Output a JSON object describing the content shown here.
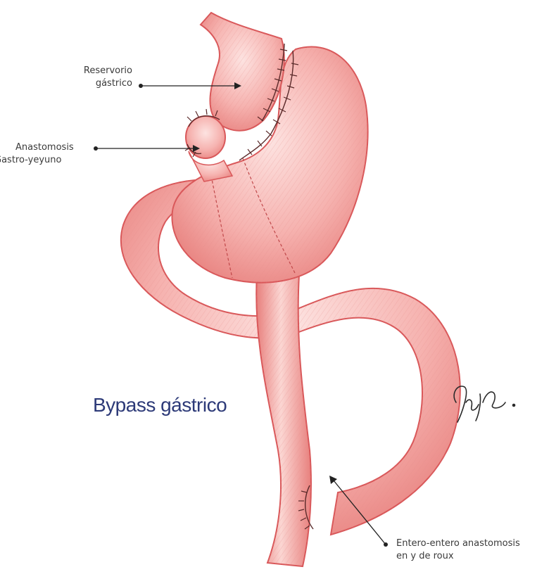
{
  "title": "Bypass gástrico",
  "labels": {
    "reservorio_line1": "Reservorio",
    "reservorio_line2": "gástrico",
    "anastomosis_line1": "Anastomosis",
    "anastomosis_line2": "Gastro-yeyuno",
    "entero_line1": "Entero-entero anastomosis",
    "entero_line2": "en y de roux"
  },
  "colors": {
    "tissue_fill": "#f4a7a4",
    "tissue_light": "#fbd3d0",
    "tissue_stroke": "#d9585a",
    "suture": "#5a2a2a",
    "label_text": "#3a3a3a",
    "title_text": "#2d3a78"
  },
  "signature": "artist-signature"
}
